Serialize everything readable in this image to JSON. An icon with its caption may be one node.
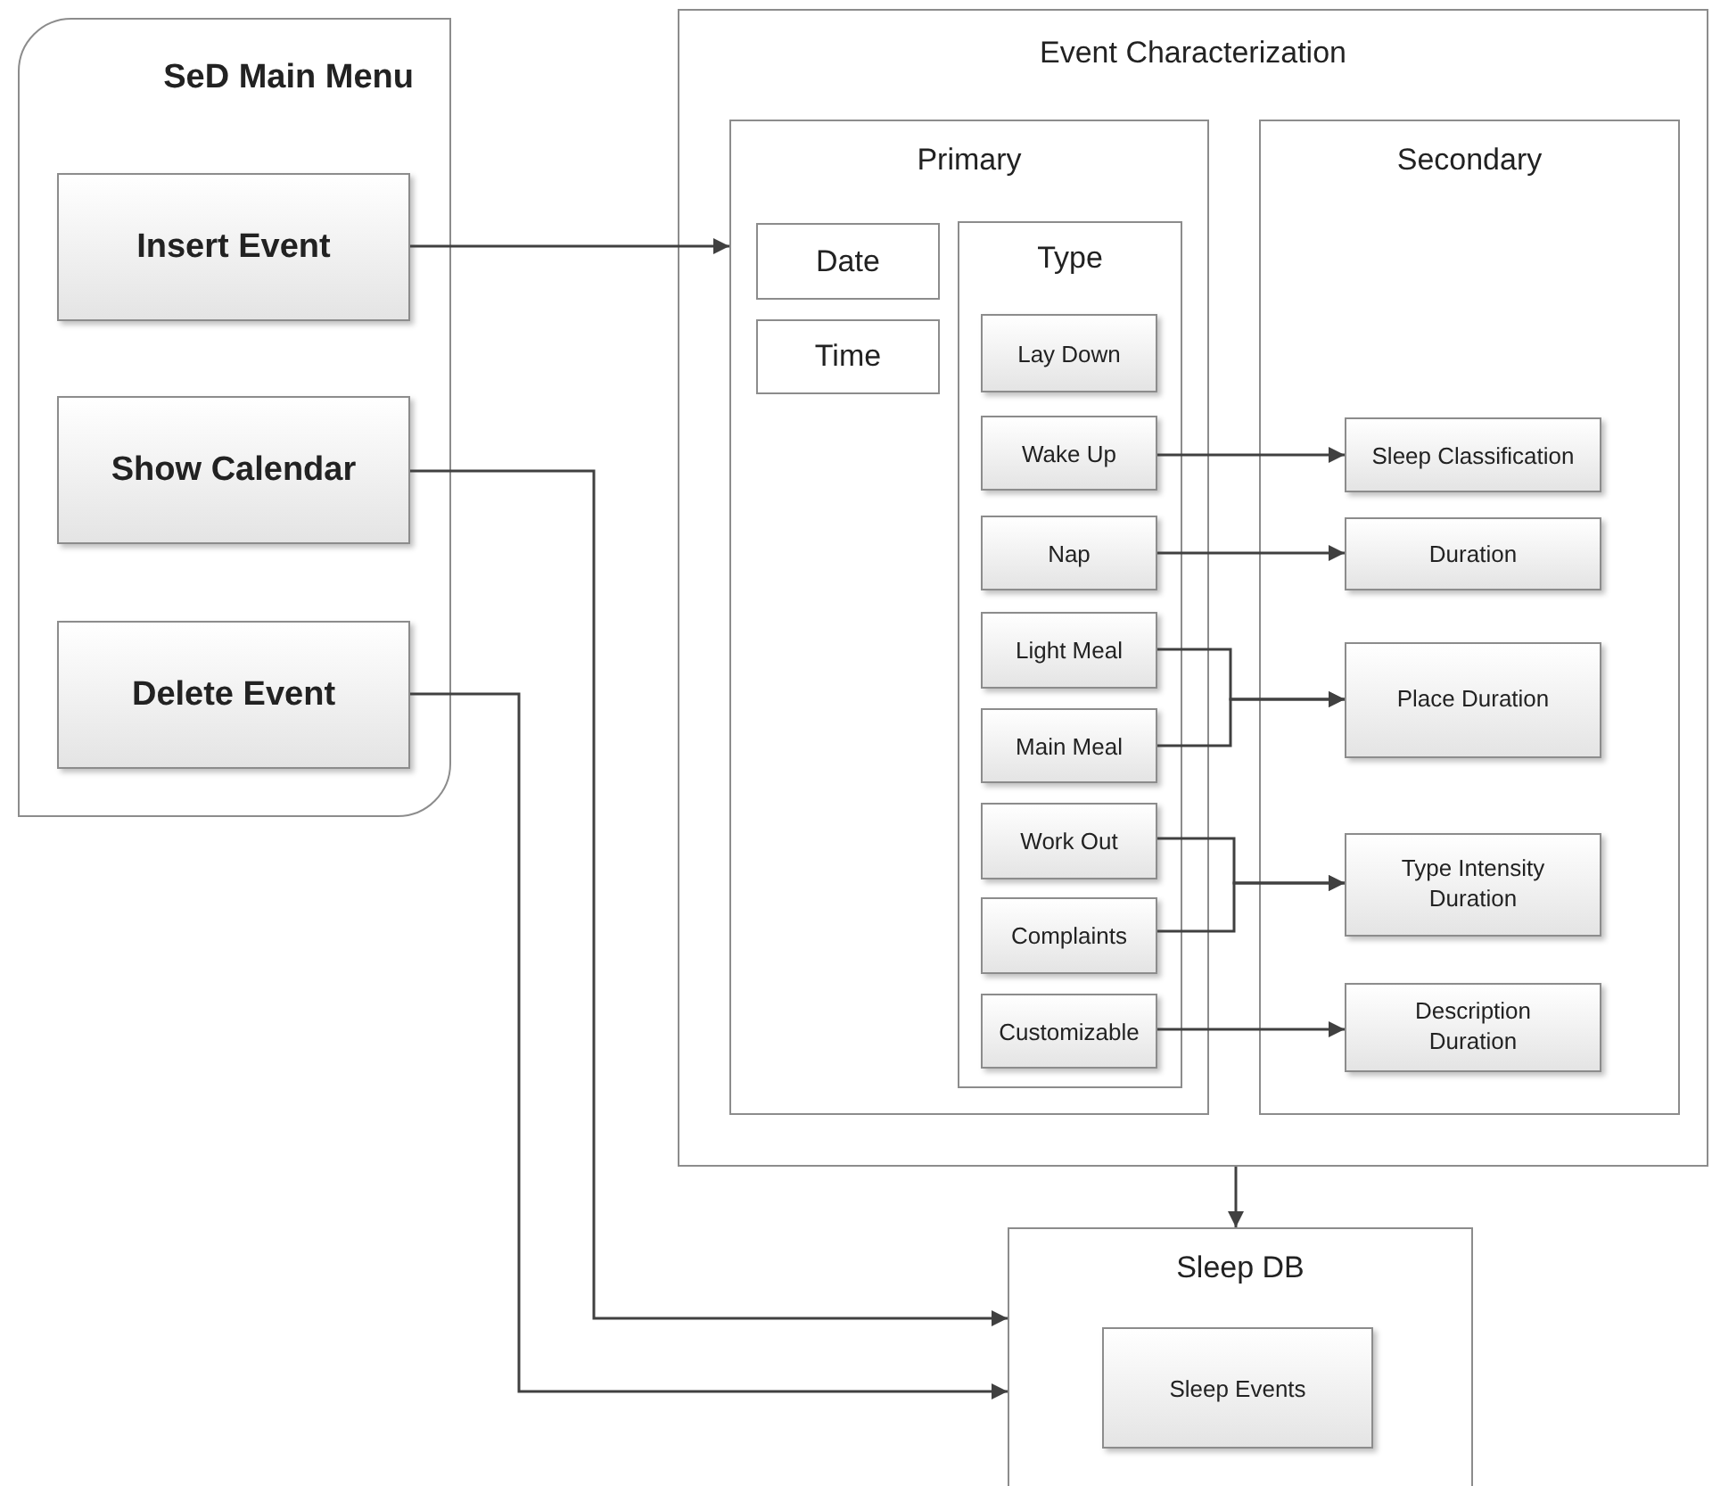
{
  "diagram": {
    "nodes": [
      {
        "text": [
          "SeD Main Menu"
        ]
      },
      {
        "text": [
          "Insert Event"
        ],
        "in": 0
      },
      {
        "text": [
          "Show Calendar"
        ],
        "in": 0
      },
      {
        "text": [
          "Delete Event"
        ],
        "in": 0
      },
      {
        "text": [
          "Event Characterization"
        ]
      },
      {
        "text": [
          "Primary"
        ],
        "in": 4
      },
      {
        "text": [
          "Date"
        ],
        "in": 5
      },
      {
        "text": [
          "Time"
        ],
        "in": 5
      },
      {
        "text": [
          "Type"
        ],
        "in": 5
      },
      {
        "text": [
          "Lay Down"
        ],
        "in": 8
      },
      {
        "text": [
          "Wake Up"
        ],
        "in": 8
      },
      {
        "text": [
          "Nap"
        ],
        "in": 8
      },
      {
        "text": [
          "Light Meal"
        ],
        "in": 8
      },
      {
        "text": [
          "Main Meal"
        ],
        "in": 8
      },
      {
        "text": [
          "Work Out"
        ],
        "in": 8
      },
      {
        "text": [
          "Complaints"
        ],
        "in": 8
      },
      {
        "text": [
          "Customizable"
        ],
        "in": 8
      },
      {
        "text": [
          "Secondary"
        ],
        "in": 4
      },
      {
        "text": [
          "Sleep Classification"
        ],
        "in": 17
      },
      {
        "text": [
          "Duration"
        ],
        "in": 17
      },
      {
        "text": [
          "Place Duration"
        ],
        "in": 17
      },
      {
        "text": [
          "Type Intensity Duration"
        ],
        "in": 17
      },
      {
        "text": [
          "Description Duration"
        ],
        "in": 17
      },
      {
        "text": [
          "Sleep DB"
        ]
      },
      {
        "text": [
          "Sleep Events"
        ],
        "in": 23
      }
    ],
    "edges": [
      {
        "from": 1,
        "to": 5,
        "arrow": "to"
      },
      {
        "from": 10,
        "to": 18,
        "arrow": "to"
      },
      {
        "from": 11,
        "to": 19,
        "arrow": "to"
      },
      {
        "from": 12,
        "to": 20,
        "arrow": "to"
      },
      {
        "from": 13,
        "to": 20,
        "arrow": "to"
      },
      {
        "from": 14,
        "to": 21,
        "arrow": "to"
      },
      {
        "from": 15,
        "to": 21,
        "arrow": "to"
      },
      {
        "from": 16,
        "to": 22,
        "arrow": "to"
      },
      {
        "from": 4,
        "to": 23,
        "arrow": "to"
      },
      {
        "from": 2,
        "to": 23,
        "arrow": "to"
      },
      {
        "from": 3,
        "to": 23,
        "arrow": "to"
      }
    ]
  }
}
